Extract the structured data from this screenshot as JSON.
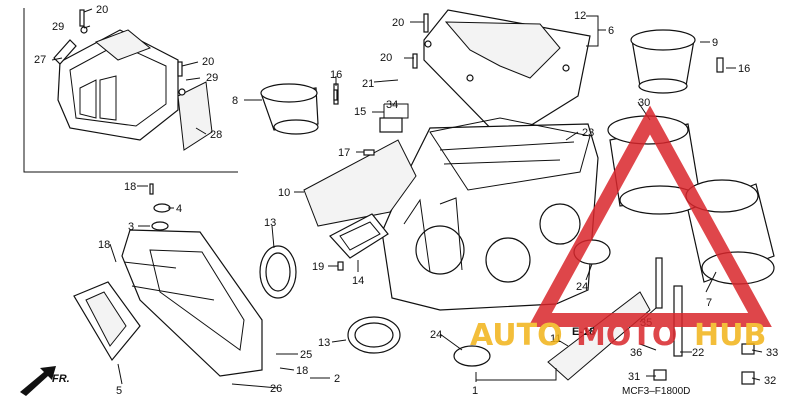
{
  "diagram": {
    "code": "MCF3–F1800D",
    "ref_label": "E-18",
    "direction_label": "FR.",
    "callouts": [
      {
        "id": "c20a",
        "text": "20"
      },
      {
        "id": "c29a",
        "text": "29"
      },
      {
        "id": "c27",
        "text": "27"
      },
      {
        "id": "c20b",
        "text": "20"
      },
      {
        "id": "c29b",
        "text": "29"
      },
      {
        "id": "c28",
        "text": "28"
      },
      {
        "id": "c20c",
        "text": "20"
      },
      {
        "id": "c12",
        "text": "12"
      },
      {
        "id": "c6",
        "text": "6"
      },
      {
        "id": "c20d",
        "text": "20"
      },
      {
        "id": "c21",
        "text": "21"
      },
      {
        "id": "c9",
        "text": "9"
      },
      {
        "id": "c16a",
        "text": "16"
      },
      {
        "id": "c16b",
        "text": "16"
      },
      {
        "id": "c8",
        "text": "8"
      },
      {
        "id": "c34",
        "text": "34"
      },
      {
        "id": "c15",
        "text": "15"
      },
      {
        "id": "c30",
        "text": "30"
      },
      {
        "id": "c23",
        "text": "23"
      },
      {
        "id": "c17",
        "text": "17"
      },
      {
        "id": "c10",
        "text": "10"
      },
      {
        "id": "c18a",
        "text": "18"
      },
      {
        "id": "c4",
        "text": "4"
      },
      {
        "id": "c3",
        "text": "3"
      },
      {
        "id": "c13a",
        "text": "13"
      },
      {
        "id": "c18b",
        "text": "18"
      },
      {
        "id": "c19",
        "text": "19"
      },
      {
        "id": "c14",
        "text": "14"
      },
      {
        "id": "c24a",
        "text": "24"
      },
      {
        "id": "c7",
        "text": "7"
      },
      {
        "id": "c13b",
        "text": "13"
      },
      {
        "id": "c24b",
        "text": "24"
      },
      {
        "id": "c11",
        "text": "11"
      },
      {
        "id": "c35",
        "text": "35"
      },
      {
        "id": "c36",
        "text": "36"
      },
      {
        "id": "c22",
        "text": "22"
      },
      {
        "id": "c33",
        "text": "33"
      },
      {
        "id": "c25",
        "text": "25"
      },
      {
        "id": "c18c",
        "text": "18"
      },
      {
        "id": "c2",
        "text": "2"
      },
      {
        "id": "c26",
        "text": "26"
      },
      {
        "id": "c1",
        "text": "1"
      },
      {
        "id": "c5",
        "text": "5"
      },
      {
        "id": "c31",
        "text": "31"
      },
      {
        "id": "c32",
        "text": "32"
      }
    ]
  },
  "watermark": {
    "word_part1": "AUTO",
    "word_part2": "MOTO",
    "word_part3": "HUB",
    "red": "#d9262b",
    "yellow": "#f2b318"
  }
}
